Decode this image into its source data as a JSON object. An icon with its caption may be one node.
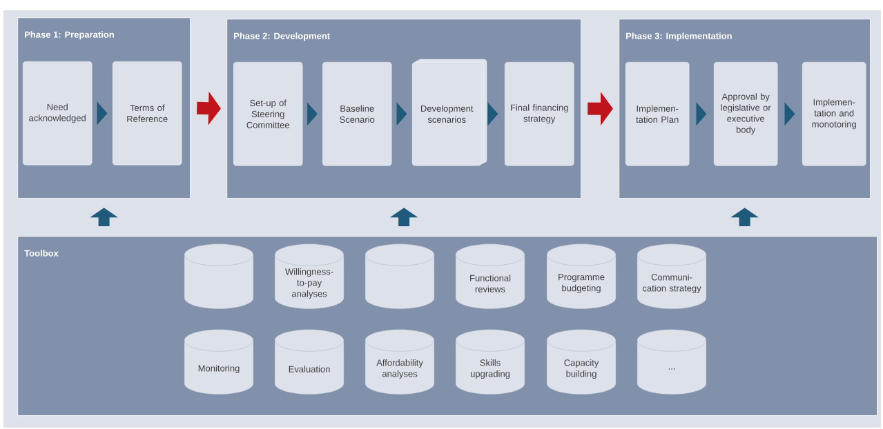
{
  "diagram": {
    "nodes": [
      {
        "text": [
          "Phase 1: Preparation"
        ]
      },
      {
        "text": [
          "Need acknowledged"
        ],
        "in": 0
      },
      {
        "text": [
          "Terms of Reference"
        ],
        "in": 0
      },
      {
        "text": [
          "Phase 2: Development"
        ]
      },
      {
        "text": [
          "Set-up of Steering Committee"
        ],
        "in": 3
      },
      {
        "text": [
          "Baseline Scenario"
        ],
        "in": 3
      },
      {
        "text": [
          "Development scenarios"
        ],
        "in": 3
      },
      {
        "text": [
          "Final financing strategy"
        ],
        "in": 3
      },
      {
        "text": [
          "Phase 3: Implementation"
        ]
      },
      {
        "text": [
          "Implemen- tation Plan"
        ],
        "in": 8
      },
      {
        "text": [
          "Approval by legislative or executive body"
        ],
        "in": 8
      },
      {
        "text": [
          "Implemen- tation and monotoring"
        ],
        "in": 8
      },
      {
        "text": [
          "Toolbox"
        ]
      },
      {
        "text": [],
        "shape": "cylinder",
        "in": 12
      },
      {
        "text": [
          "Willingness- to-pay analyses"
        ],
        "in": 12
      },
      {
        "text": [],
        "shape": "cylinder",
        "in": 12
      },
      {
        "text": [
          "Functional reviews"
        ],
        "in": 12
      },
      {
        "text": [
          "Programme budgeting"
        ],
        "in": 12
      },
      {
        "text": [
          "Communi- cation strategy"
        ],
        "in": 12
      },
      {
        "text": [
          "Monitoring"
        ],
        "in": 12
      },
      {
        "text": [
          "Evaluation"
        ],
        "in": 12
      },
      {
        "text": [
          "Affordability analyses"
        ],
        "in": 12
      },
      {
        "text": [
          "Skills upgrading"
        ],
        "in": 12
      },
      {
        "text": [
          "Capacity building"
        ],
        "in": 12
      },
      {
        "text": [
          "..."
        ],
        "in": 12
      }
    ],
    "edges": [
      {
        "from": 1,
        "to": 2,
        "arrow": "to"
      },
      {
        "from": 0,
        "to": 3,
        "arrow": "to",
        "style": "thick",
        "color": "#c0141c"
      },
      {
        "from": 4,
        "to": 5,
        "arrow": "to"
      },
      {
        "from": 5,
        "to": 6,
        "arrow": "to"
      },
      {
        "from": 6,
        "to": 7,
        "arrow": "to"
      },
      {
        "from": 3,
        "to": 8,
        "arrow": "to",
        "style": "thick",
        "color": "#c0141c"
      },
      {
        "from": 9,
        "to": 10,
        "arrow": "to"
      },
      {
        "from": 10,
        "to": 11,
        "arrow": "to"
      },
      {
        "from": 12,
        "to": 0,
        "arrow": "to",
        "style": "thick"
      },
      {
        "from": 12,
        "to": 3,
        "arrow": "to",
        "style": "thick"
      },
      {
        "from": 12,
        "to": 8,
        "arrow": "to",
        "style": "thick"
      }
    ]
  }
}
